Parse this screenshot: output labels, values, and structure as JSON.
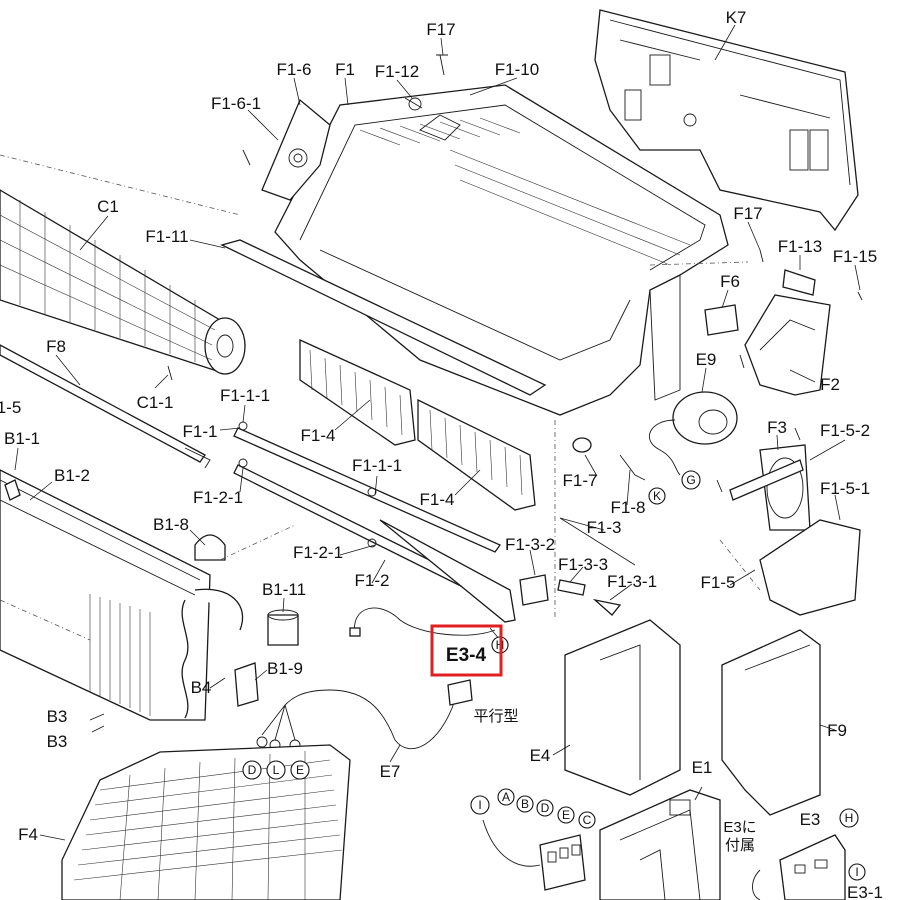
{
  "labels": {
    "K7": "K7",
    "F17_top": "F17",
    "F1_6": "F1-6",
    "F1": "F1",
    "F1_12": "F1-12",
    "F1_10": "F1-10",
    "F1_6_1": "F1-6-1",
    "C1": "C1",
    "F1_11": "F1-11",
    "F17_right": "F17",
    "F1_13": "F1-13",
    "F1_15": "F1-15",
    "F6": "F6",
    "F2": "F2",
    "F8": "F8",
    "E9": "E9",
    "C1_1": "C1-1",
    "F1_1_1": "F1-1-1",
    "F1_5_left": "1-5",
    "F1_1": "F1-1",
    "F1_4_a": "F1-4",
    "F3": "F3",
    "F1_5_2": "F1-5-2",
    "B1_1": "B1-1",
    "F1_1_1_b": "F1-1-1",
    "B1_2": "B1-2",
    "F1_2_1_a": "F1-2-1",
    "F1_7": "F1-7",
    "F1_4_b": "F1-4",
    "F1_5_1": "F1-5-1",
    "F1_8": "F1-8",
    "B1_8": "B1-8",
    "F1_3": "F1-3",
    "F1_3_2": "F1-3-2",
    "F1_2_1_b": "F1-2-1",
    "F1_3_3": "F1-3-3",
    "F1_2": "F1-2",
    "F1_3_1": "F1-3-1",
    "B1_11": "B1-11",
    "F1_5": "F1-5",
    "E3_4": "E3-4",
    "B1_9": "B1-9",
    "B4": "B4",
    "F9": "F9",
    "heiko": "平行型",
    "E4": "E4",
    "B3_a": "B3",
    "B3_b": "B3",
    "E7": "E7",
    "E1": "E1",
    "F4": "F4",
    "E3": "E3",
    "E3_note_1": "E3に",
    "E3_note_2": "付属",
    "E3_1": "E3-1"
  },
  "circles": {
    "H_a": "H",
    "K": "K",
    "G": "G",
    "D_e7": "D",
    "L_e7": "L",
    "E_e7": "E",
    "I_a": "I",
    "A": "A",
    "B": "B",
    "D_b": "D",
    "E_b": "E",
    "C": "C",
    "H_b": "H",
    "I_b": "I"
  },
  "highlight_color": "#e02020"
}
